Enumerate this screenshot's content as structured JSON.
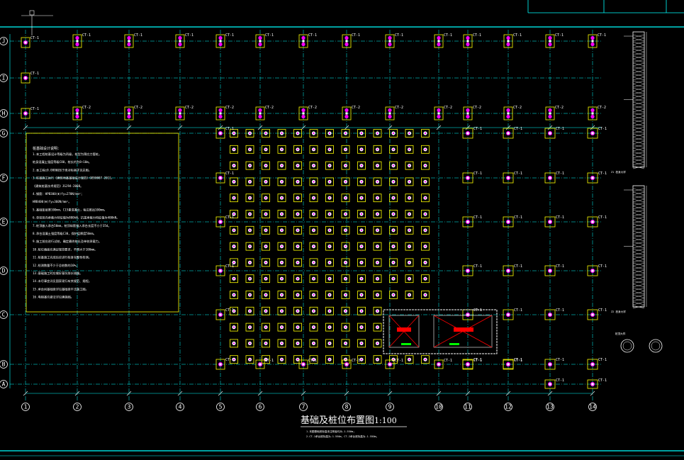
{
  "drawing": {
    "title": "基础及桩位布置图",
    "scale": "1:100",
    "title_notes": [
      "1.本图基础底标高未注明者均为-1.550m；",
      "2.CT-1承台底标高为-1.550m，CT-2承台底标高为-1.550m。"
    ],
    "colors": {
      "background": "#000000",
      "grid": "#00ffff",
      "border": "#00ffff",
      "pile_cap": "#ffff00",
      "pile": "#ff00ff",
      "column": "#ffffff",
      "note_box": "#ffff00",
      "pit_fill": "#ff0000",
      "axis_bubble": "#ffffff"
    }
  },
  "axes": {
    "columns": [
      "1",
      "2",
      "3",
      "4",
      "5",
      "6",
      "7",
      "8",
      "9",
      "10",
      "11",
      "12",
      "13",
      "14"
    ],
    "rows": [
      "J",
      "I",
      "H",
      "G",
      "F",
      "E",
      "D",
      "C",
      "B",
      "A"
    ]
  },
  "pile_labels": {
    "cap_type_1": "CT-1",
    "cap_type_2": "CT-2"
  },
  "notes": {
    "heading": "桩基础设计说明：",
    "lines": [
      "1.本工程桩基设计等级为丙级，桩型为预应力管桩。",
      "  桩身混凝土强度等级C80，桩长约为8~10m。",
      "2.本工程±0.000相当于绝对标高详见总图。",
      "3.桩基施工执行《建筑地基基础设计规范》GB50007-2011，",
      "  《建筑桩基技术规范》JGJ94-2008。",
      "4.钢筋：HPB300(Φ)fy=270N/mm²；",
      "  HRB400(Φ)fy=360N/mm²。",
      "5.基础垫层厚100mm，C15素混凝土，每边宽出100mm。",
      "6.单桩竖向承载力特征值为800kN，抗拔承载力特征值为400kN。",
      "7.桩顶嵌入承台50mm，桩顶纵筋锚入承台长度不小于35d。",
      "8.承台混凝土强度等级C30，保护层厚度50mm。",
      "9.施工前应进行试桩，确定最终桩长及单桩承载力。",
      "10.桩位偏差应满足规范要求，不得大于100mm。",
      "11.桩基施工完成后应进行桩身完整性检测。",
      "12.检测数量不少于总桩数的10%。",
      "13.基础施工时应做好基坑排水措施。",
      "14.未尽事宜详见国家现行有关规范、规程。",
      "15.承台间基础梁详见基础梁平法施工图。",
      "16.电梯基坑做法详见建施图。"
    ]
  },
  "details": {
    "pile_detail_1": "Z1 桩身大样",
    "pile_detail_2": "Z2 桩身大样",
    "section_label": "桩顶大样"
  }
}
